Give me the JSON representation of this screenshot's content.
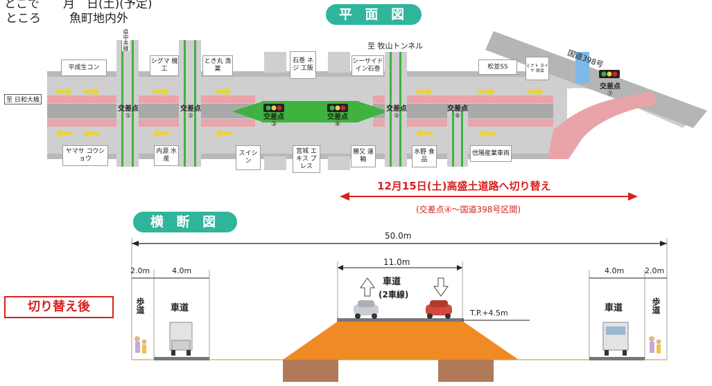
{
  "header": {
    "top_cut": "とこで　　月　日(土)(予定)",
    "location_label": "ところ",
    "location_value": "魚町地内外"
  },
  "plan": {
    "title": "平 面 図",
    "direction_north": "至 牧山トンネル",
    "direction_west": "至 日和大橋",
    "national_road": "国道398号",
    "side_street": "県中央線",
    "buildings_top": [
      "平成生コン",
      "シグマ 機工",
      "とき丸 漁業",
      "石巻 ネジ 工販",
      "シーサイド イン石巻",
      "松並SS",
      "ミナト タイヤ 商会"
    ],
    "buildings_bottom": [
      "ヤマサ コウショウ",
      "内源 水産",
      "スイシン",
      "宮城 エキス プレス",
      "勝又 運輸",
      "水野 食品",
      "信陽産業車両"
    ],
    "intersection_label": "交差点",
    "intersections": [
      "①",
      "②",
      "③",
      "④",
      "⑤",
      "⑥",
      "⑦"
    ],
    "switch_text": "12月15日(土)高盛土道路へ切り替え",
    "switch_range": "(交差点④～国道398号区間)"
  },
  "section": {
    "title": "横 断 図",
    "after_label": "切り替え後",
    "total_width": "50.0m",
    "center_width": "11.0m",
    "sidewalk_width": "2.0m",
    "lane_width": "4.0m",
    "center_road": "車道",
    "center_lanes": "(2車線)",
    "elevation": "T.P.+4.5m",
    "side_road": "車道",
    "sidewalk": "歩道"
  },
  "colors": {
    "accent_teal": "#2fb59b",
    "red": "#d7201e",
    "embankment": "#f08a24",
    "road_pink": "#e9a4a9",
    "road_gray": "#bdbdbd",
    "green": "#3fb23f"
  }
}
